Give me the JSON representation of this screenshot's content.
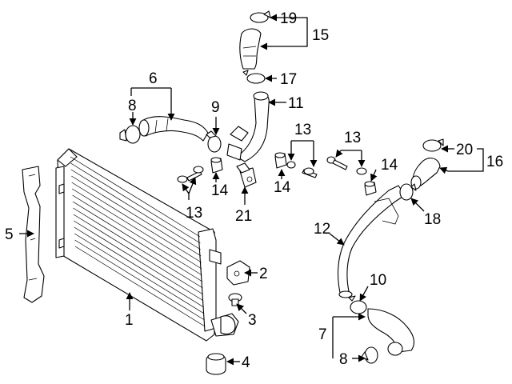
{
  "callouts": [
    {
      "id": "c1",
      "label": "1"
    },
    {
      "id": "c2",
      "label": "2"
    },
    {
      "id": "c3",
      "label": "3"
    },
    {
      "id": "c4",
      "label": "4"
    },
    {
      "id": "c5",
      "label": "5"
    },
    {
      "id": "c6",
      "label": "6"
    },
    {
      "id": "c7",
      "label": "7"
    },
    {
      "id": "c8a",
      "label": "8"
    },
    {
      "id": "c8b",
      "label": "8"
    },
    {
      "id": "c9",
      "label": "9"
    },
    {
      "id": "c10",
      "label": "10"
    },
    {
      "id": "c11",
      "label": "11"
    },
    {
      "id": "c12",
      "label": "12"
    },
    {
      "id": "c13a",
      "label": "13"
    },
    {
      "id": "c13b",
      "label": "13"
    },
    {
      "id": "c13c",
      "label": "13"
    },
    {
      "id": "c14a",
      "label": "14"
    },
    {
      "id": "c14b",
      "label": "14"
    },
    {
      "id": "c14c",
      "label": "14"
    },
    {
      "id": "c15",
      "label": "15"
    },
    {
      "id": "c16",
      "label": "16"
    },
    {
      "id": "c17",
      "label": "17"
    },
    {
      "id": "c18",
      "label": "18"
    },
    {
      "id": "c19",
      "label": "19"
    },
    {
      "id": "c20",
      "label": "20"
    },
    {
      "id": "c21",
      "label": "21"
    }
  ]
}
